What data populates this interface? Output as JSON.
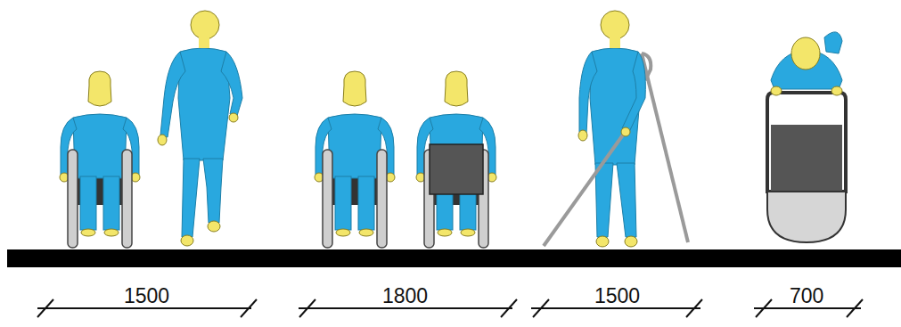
{
  "diagram": {
    "labels": [
      "1500",
      "1800",
      "1500",
      "700"
    ]
  }
}
